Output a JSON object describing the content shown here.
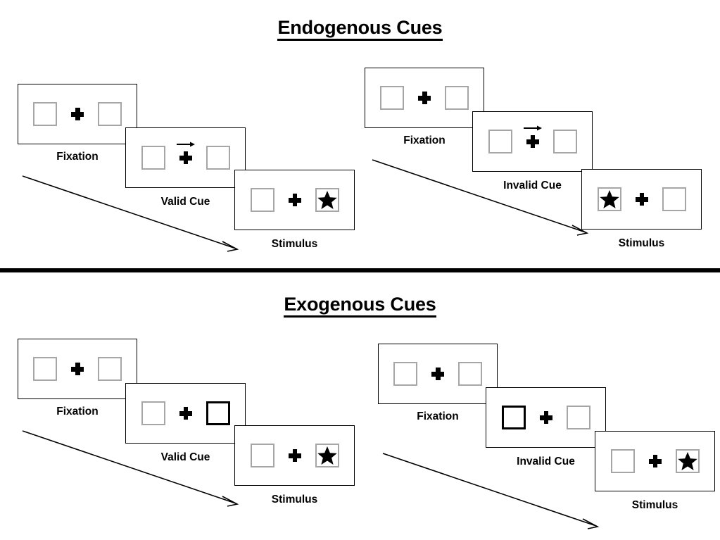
{
  "figure": {
    "title_endogenous": "Endogenous Cues",
    "title_exogenous": "Exogenous Cues",
    "colors": {
      "panel_border": "#000000",
      "placeholder_box_border": "#a6a6a6",
      "cued_box_border": "#000000",
      "fixation_cross": "#000000",
      "star": "#000000",
      "divider": "#000000",
      "background": "#ffffff"
    }
  },
  "sections": [
    {
      "id": "endogenous",
      "title": "Endogenous Cues",
      "sequences": [
        {
          "id": "endogenous-valid",
          "condition": "Valid Cue",
          "frames": [
            {
              "caption": "Fixation",
              "left_box": "empty",
              "right_box": "empty",
              "center": "fixation-cross",
              "cue": "none"
            },
            {
              "caption": "Valid Cue",
              "left_box": "empty",
              "right_box": "empty",
              "center": "fixation-cross",
              "cue": "arrow-right"
            },
            {
              "caption": "Stimulus",
              "left_box": "empty",
              "right_box": "star",
              "center": "fixation-cross",
              "cue": "none"
            }
          ]
        },
        {
          "id": "endogenous-invalid",
          "condition": "Invalid Cue",
          "frames": [
            {
              "caption": "Fixation",
              "left_box": "empty",
              "right_box": "empty",
              "center": "fixation-cross",
              "cue": "none"
            },
            {
              "caption": "Invalid Cue",
              "left_box": "empty",
              "right_box": "empty",
              "center": "fixation-cross",
              "cue": "arrow-right"
            },
            {
              "caption": "Stimulus",
              "left_box": "star",
              "right_box": "empty",
              "center": "fixation-cross",
              "cue": "none"
            }
          ]
        }
      ]
    },
    {
      "id": "exogenous",
      "title": "Exogenous Cues",
      "sequences": [
        {
          "id": "exogenous-valid",
          "condition": "Valid Cue",
          "frames": [
            {
              "caption": "Fixation",
              "left_box": "empty",
              "right_box": "empty",
              "center": "fixation-cross",
              "cue": "none"
            },
            {
              "caption": "Valid Cue",
              "left_box": "empty",
              "right_box": "highlighted",
              "center": "fixation-cross",
              "cue": "box-flash-right"
            },
            {
              "caption": "Stimulus",
              "left_box": "empty",
              "right_box": "star",
              "center": "fixation-cross",
              "cue": "none"
            }
          ]
        },
        {
          "id": "exogenous-invalid",
          "condition": "Invalid Cue",
          "frames": [
            {
              "caption": "Fixation",
              "left_box": "empty",
              "right_box": "empty",
              "center": "fixation-cross",
              "cue": "none"
            },
            {
              "caption": "Invalid Cue",
              "left_box": "highlighted",
              "right_box": "empty",
              "center": "fixation-cross",
              "cue": "box-flash-left"
            },
            {
              "caption": "Stimulus",
              "left_box": "empty",
              "right_box": "star",
              "center": "fixation-cross",
              "cue": "none"
            }
          ]
        }
      ]
    }
  ],
  "flow_arrows": [
    {
      "id": "endogenous-valid-timeline",
      "direction": "down-right"
    },
    {
      "id": "endogenous-invalid-timeline",
      "direction": "down-right"
    },
    {
      "id": "exogenous-valid-timeline",
      "direction": "down-right"
    },
    {
      "id": "exogenous-invalid-timeline",
      "direction": "down-right"
    }
  ]
}
